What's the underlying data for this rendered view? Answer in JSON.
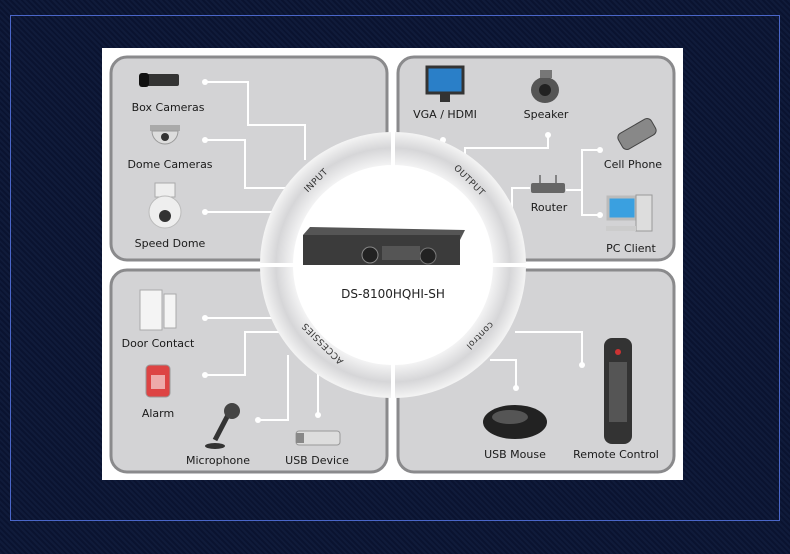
{
  "model": "DS-8100HQHI-SH",
  "sections": {
    "input": "INPUT",
    "output": "OUTPUT",
    "accessories": "ACCESSIES",
    "control": "control"
  },
  "devices": {
    "box_cameras": "Box Cameras",
    "dome_cameras": "Dome Cameras",
    "speed_dome": "Speed Dome",
    "vga_hdmi": "VGA / HDMI",
    "speaker": "Speaker",
    "cell_phone": "Cell Phone",
    "router": "Router",
    "pc_client": "PC Client",
    "door_contact": "Door Contact",
    "alarm": "Alarm",
    "microphone": "Microphone",
    "usb_device": "USB Device",
    "usb_mouse": "USB Mouse",
    "remote_control": "Remote Control"
  },
  "colors": {
    "background": "#0f1a38",
    "frame": "#4a66c8",
    "quadrant": "#d3d3d5",
    "quadrant_border": "#8a8a8c"
  }
}
